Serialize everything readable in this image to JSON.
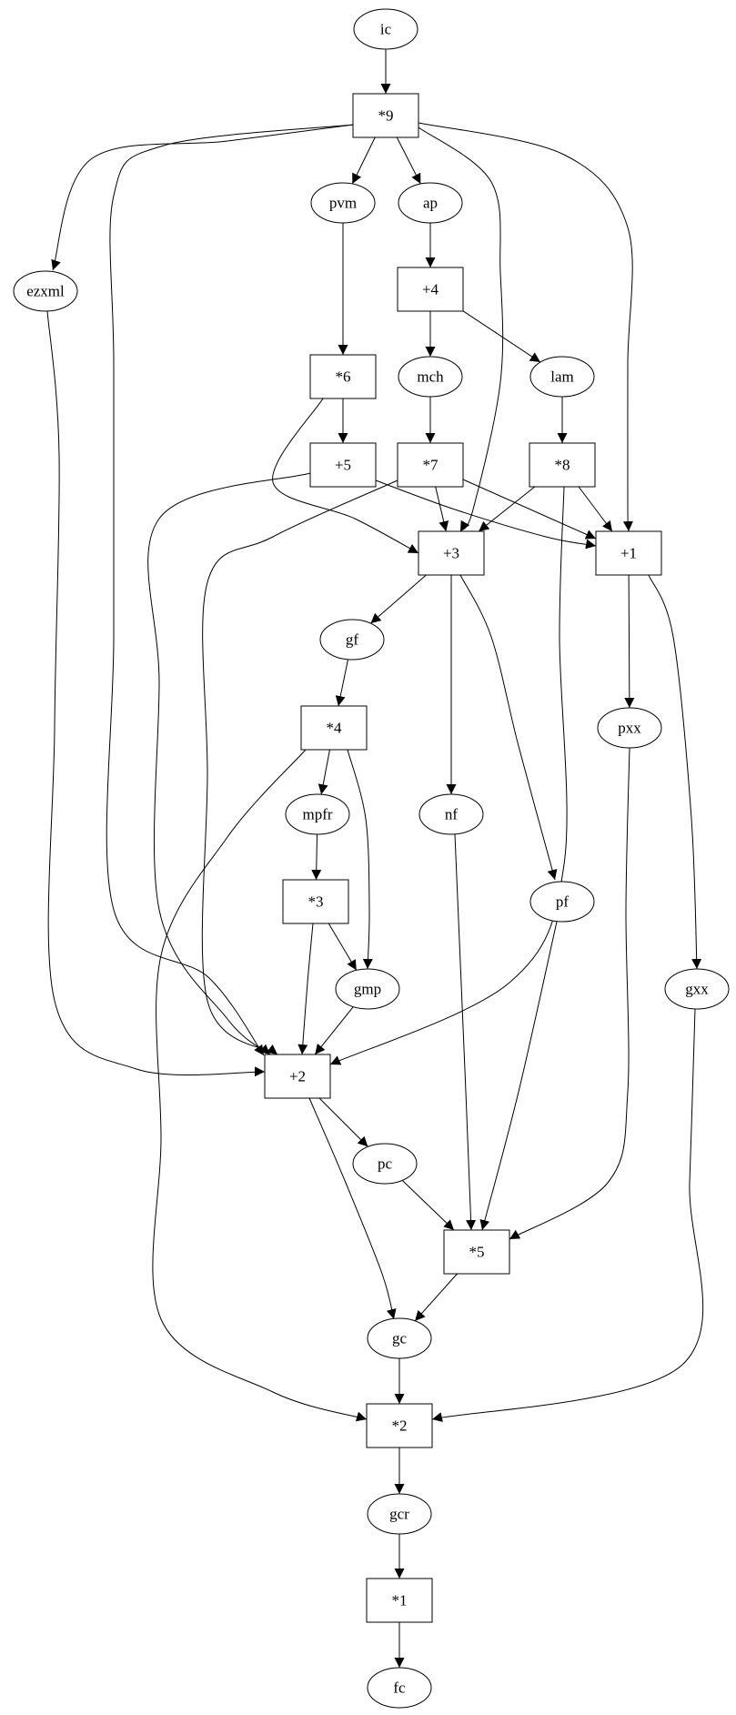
{
  "diagram": {
    "type": "directed-graph",
    "colors": {
      "background": "#ffffff",
      "stroke": "#000000",
      "text": "#000000"
    },
    "nodes": [
      {
        "id": "ic",
        "label": "ic",
        "shape": "ellipse"
      },
      {
        "id": "m9",
        "label": "*9",
        "shape": "box"
      },
      {
        "id": "pvm",
        "label": "pvm",
        "shape": "ellipse"
      },
      {
        "id": "ap",
        "label": "ap",
        "shape": "ellipse"
      },
      {
        "id": "ezxml",
        "label": "ezxml",
        "shape": "ellipse"
      },
      {
        "id": "p4",
        "label": "+4",
        "shape": "box"
      },
      {
        "id": "m6",
        "label": "*6",
        "shape": "box"
      },
      {
        "id": "mch",
        "label": "mch",
        "shape": "ellipse"
      },
      {
        "id": "lam",
        "label": "lam",
        "shape": "ellipse"
      },
      {
        "id": "p5",
        "label": "+5",
        "shape": "box"
      },
      {
        "id": "m7",
        "label": "*7",
        "shape": "box"
      },
      {
        "id": "m8",
        "label": "*8",
        "shape": "box"
      },
      {
        "id": "p3",
        "label": "+3",
        "shape": "box"
      },
      {
        "id": "p1",
        "label": "+1",
        "shape": "box"
      },
      {
        "id": "gf",
        "label": "gf",
        "shape": "ellipse"
      },
      {
        "id": "m4",
        "label": "*4",
        "shape": "box"
      },
      {
        "id": "pxx",
        "label": "pxx",
        "shape": "ellipse"
      },
      {
        "id": "mpfr",
        "label": "mpfr",
        "shape": "ellipse"
      },
      {
        "id": "nf",
        "label": "nf",
        "shape": "ellipse"
      },
      {
        "id": "m3",
        "label": "*3",
        "shape": "box"
      },
      {
        "id": "pf",
        "label": "pf",
        "shape": "ellipse"
      },
      {
        "id": "gmp",
        "label": "gmp",
        "shape": "ellipse"
      },
      {
        "id": "gxx",
        "label": "gxx",
        "shape": "ellipse"
      },
      {
        "id": "p2",
        "label": "+2",
        "shape": "box"
      },
      {
        "id": "pc",
        "label": "pc",
        "shape": "ellipse"
      },
      {
        "id": "m5",
        "label": "*5",
        "shape": "box"
      },
      {
        "id": "gc",
        "label": "gc",
        "shape": "ellipse"
      },
      {
        "id": "m2",
        "label": "*2",
        "shape": "box"
      },
      {
        "id": "gcr",
        "label": "gcr",
        "shape": "ellipse"
      },
      {
        "id": "m1",
        "label": "*1",
        "shape": "box"
      },
      {
        "id": "fc",
        "label": "fc",
        "shape": "ellipse"
      }
    ],
    "edges": [
      {
        "from": "ic",
        "to": "m9"
      },
      {
        "from": "m9",
        "to": "pvm"
      },
      {
        "from": "m9",
        "to": "ap"
      },
      {
        "from": "m9",
        "to": "ezxml"
      },
      {
        "from": "m9",
        "to": "p3"
      },
      {
        "from": "m9",
        "to": "p1"
      },
      {
        "from": "m9",
        "to": "p2"
      },
      {
        "from": "pvm",
        "to": "m6"
      },
      {
        "from": "ap",
        "to": "p4"
      },
      {
        "from": "p4",
        "to": "mch"
      },
      {
        "from": "p4",
        "to": "lam"
      },
      {
        "from": "m6",
        "to": "p5"
      },
      {
        "from": "m6",
        "to": "p3"
      },
      {
        "from": "mch",
        "to": "m7"
      },
      {
        "from": "lam",
        "to": "m8"
      },
      {
        "from": "p5",
        "to": "p1"
      },
      {
        "from": "p5",
        "to": "p2"
      },
      {
        "from": "m7",
        "to": "p3"
      },
      {
        "from": "m7",
        "to": "p1"
      },
      {
        "from": "m7",
        "to": "p2"
      },
      {
        "from": "m8",
        "to": "p3"
      },
      {
        "from": "m8",
        "to": "p1"
      },
      {
        "from": "m8",
        "to": "p2"
      },
      {
        "from": "ezxml",
        "to": "p2"
      },
      {
        "from": "p3",
        "to": "gf"
      },
      {
        "from": "p3",
        "to": "nf"
      },
      {
        "from": "p3",
        "to": "pf"
      },
      {
        "from": "p1",
        "to": "pxx"
      },
      {
        "from": "p1",
        "to": "gxx"
      },
      {
        "from": "gf",
        "to": "m4"
      },
      {
        "from": "m4",
        "to": "mpfr"
      },
      {
        "from": "m4",
        "to": "gmp"
      },
      {
        "from": "m4",
        "to": "m2"
      },
      {
        "from": "mpfr",
        "to": "m3"
      },
      {
        "from": "m3",
        "to": "gmp"
      },
      {
        "from": "m3",
        "to": "p2"
      },
      {
        "from": "gmp",
        "to": "p2"
      },
      {
        "from": "p2",
        "to": "pc"
      },
      {
        "from": "p2",
        "to": "gc"
      },
      {
        "from": "pc",
        "to": "m5"
      },
      {
        "from": "nf",
        "to": "m5"
      },
      {
        "from": "pf",
        "to": "m5"
      },
      {
        "from": "pxx",
        "to": "m5"
      },
      {
        "from": "m5",
        "to": "gc"
      },
      {
        "from": "gxx",
        "to": "m2"
      },
      {
        "from": "gc",
        "to": "m2"
      },
      {
        "from": "m2",
        "to": "gcr"
      },
      {
        "from": "gcr",
        "to": "m1"
      },
      {
        "from": "m1",
        "to": "fc"
      }
    ]
  }
}
